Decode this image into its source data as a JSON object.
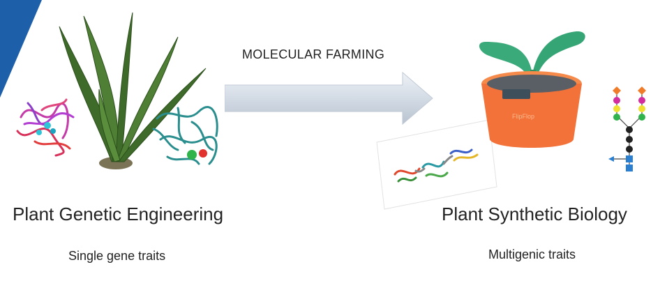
{
  "arrow_label": "MOLECULAR FARMING",
  "left": {
    "title": "Plant Genetic Engineering",
    "subtitle": "Single gene traits"
  },
  "right": {
    "title": "Plant Synthetic Biology",
    "subtitle": "Multigenic traits"
  },
  "pot_label": "FlipFlop",
  "colors": {
    "corner_blue": "#1d5fa8",
    "leaf_green": "#3aaa7a",
    "pot_orange": "#f2723a",
    "arrow_fill": "#d3dbe5"
  },
  "icons": [
    "protein-structure-magenta",
    "grass-plant",
    "protein-structure-teal",
    "smart-pot",
    "protein-chain",
    "glycan-structure"
  ]
}
